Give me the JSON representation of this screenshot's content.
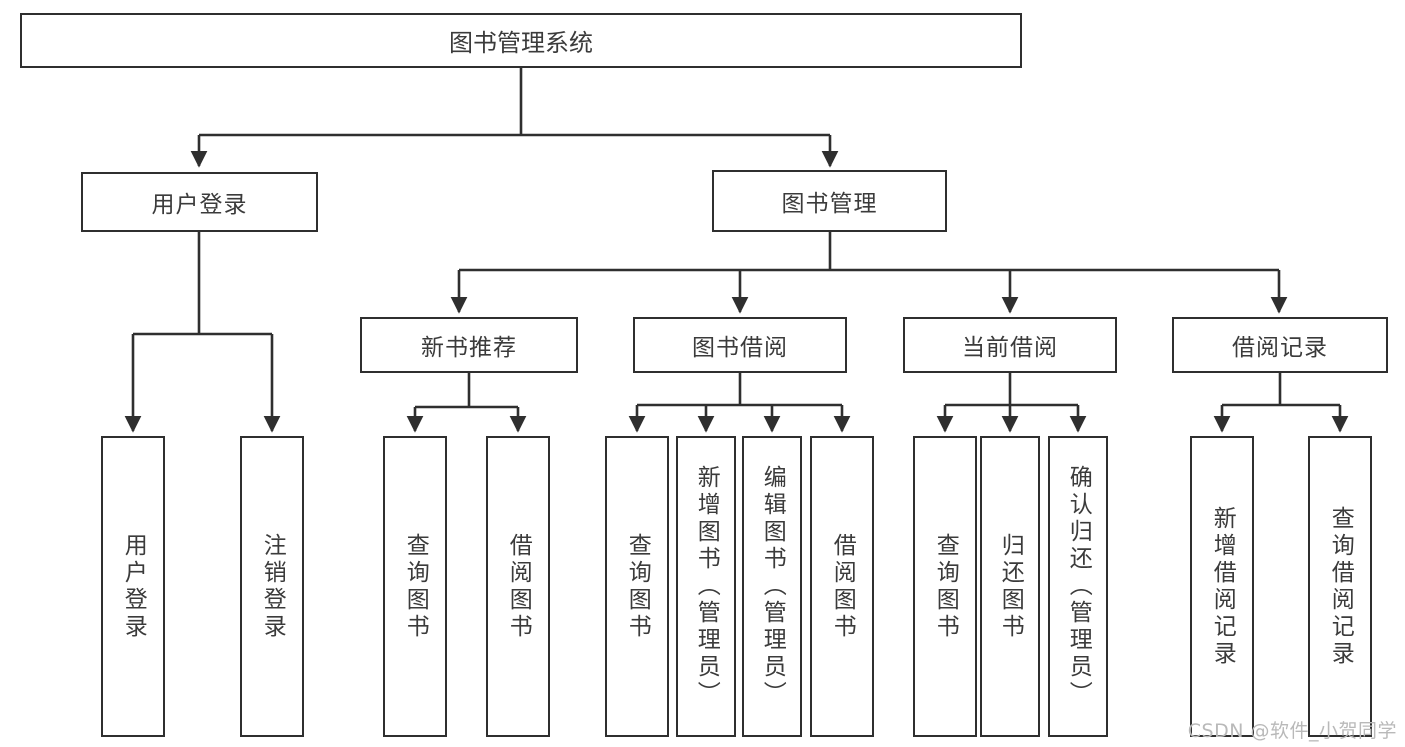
{
  "diagram": {
    "title": "图书管理系统",
    "type": "tree-hierarchy-chart",
    "colors": {
      "background": "#ffffff",
      "box_border": "#2f2f2f",
      "box_fill": "#ffffff",
      "text": "#3b3b3b",
      "connector": "#2f2f2f",
      "watermark": "#b9b9b9"
    },
    "root": {
      "label": "图书管理系统"
    },
    "level2": [
      {
        "id": "user-login",
        "label": "用户登录"
      },
      {
        "id": "book-manage",
        "label": "图书管理"
      }
    ],
    "level3": [
      {
        "id": "new-book-recommend",
        "label": "新书推荐"
      },
      {
        "id": "book-borrow",
        "label": "图书借阅"
      },
      {
        "id": "current-borrow",
        "label": "当前借阅"
      },
      {
        "id": "borrow-record",
        "label": "借阅记录"
      }
    ],
    "leaves": [
      {
        "id": "leaf-user-login",
        "label": "用户登录",
        "parent": "user-login"
      },
      {
        "id": "leaf-user-logout",
        "label": "注销登录",
        "parent": "user-login"
      },
      {
        "id": "leaf-query-book-1",
        "label": "查询图书",
        "parent": "new-book-recommend"
      },
      {
        "id": "leaf-borrow-book-1",
        "label": "借阅图书",
        "parent": "new-book-recommend"
      },
      {
        "id": "leaf-query-book-2",
        "label": "查询图书",
        "parent": "book-borrow"
      },
      {
        "id": "leaf-add-book",
        "label": "新增图书（管理员）",
        "parent": "book-borrow"
      },
      {
        "id": "leaf-edit-book",
        "label": "编辑图书（管理员）",
        "parent": "book-borrow"
      },
      {
        "id": "leaf-borrow-book-2",
        "label": "借阅图书",
        "parent": "book-borrow"
      },
      {
        "id": "leaf-query-book-3",
        "label": "查询图书",
        "parent": "current-borrow"
      },
      {
        "id": "leaf-return-book",
        "label": "归还图书",
        "parent": "current-borrow"
      },
      {
        "id": "leaf-confirm-return",
        "label": "确认归还（管理员）",
        "parent": "current-borrow"
      },
      {
        "id": "leaf-add-record",
        "label": "新增借阅记录",
        "parent": "borrow-record"
      },
      {
        "id": "leaf-query-record",
        "label": "查询借阅记录",
        "parent": "borrow-record"
      }
    ],
    "watermark": "CSDN @软件_小贺同学"
  }
}
